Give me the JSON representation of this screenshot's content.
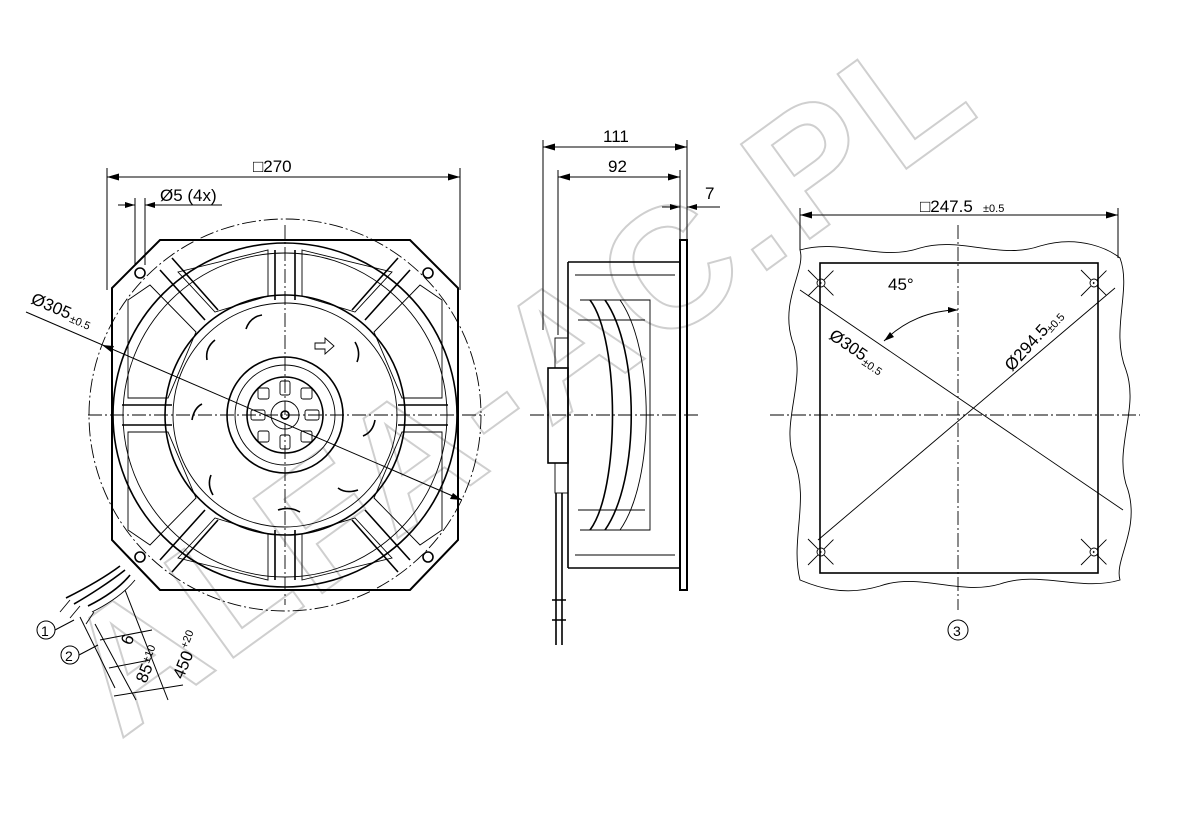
{
  "watermark": "ALFA-AC.PL",
  "front_view": {
    "dim_frame": "□270",
    "dim_holes": "Ø5 (4x)",
    "dim_outer_main": "Ø305",
    "dim_outer_tol": "±0.5",
    "dim_wire_strip": "6",
    "dim_wire_sleeve_main": "85",
    "dim_wire_sleeve_tol": "±10",
    "dim_wire_length_main": "450",
    "dim_wire_length_tol": "+20",
    "callout_1": "1",
    "callout_2": "2"
  },
  "side_view": {
    "dim_total_depth": "111",
    "dim_body_depth": "92",
    "dim_flange": "7"
  },
  "cutout_view": {
    "dim_square_main": "□247.5",
    "dim_square_tol": "±0.5",
    "dim_angle": "45°",
    "dim_outer_main": "Ø305",
    "dim_outer_tol": "±0.5",
    "dim_bolt_circle_main": "Ø294.5",
    "dim_bolt_circle_tol": "±0.5",
    "callout_3": "3"
  }
}
